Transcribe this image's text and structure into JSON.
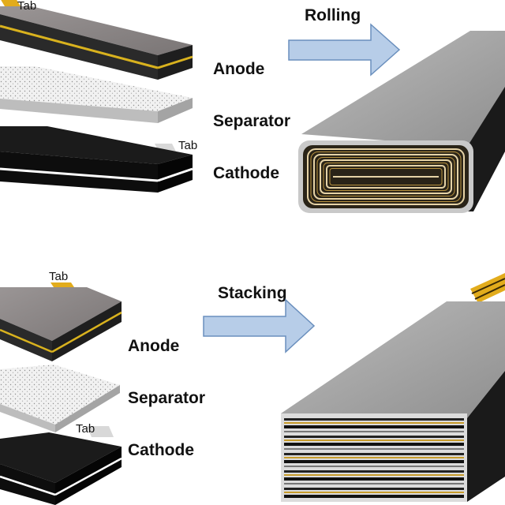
{
  "rolling": {
    "process_label": "Rolling",
    "anode_label": "Anode",
    "separator_label": "Separator",
    "cathode_label": "Cathode",
    "anode_tab_label": "Tab",
    "cathode_tab_label": "Tab"
  },
  "stacking": {
    "process_label": "Stacking",
    "anode_label": "Anode",
    "separator_label": "Separator",
    "cathode_label": "Cathode",
    "anode_tab_label": "Tab",
    "cathode_tab_label": "Tab"
  },
  "colors": {
    "anode_top": "#8a8585",
    "anode_side": "#2a2a2a",
    "anode_stripe": "#d9b21e",
    "separator_top": "#efefef",
    "cathode_top": "#1b1b1b",
    "cathode_side": "#0d0d0d",
    "cathode_stripe": "#ffffff",
    "tab_gold": "#e2ac1c",
    "tab_silver": "#d8d8d8",
    "arrow_fill": "#b7cde8",
    "arrow_stroke": "#6a8fbd",
    "casing_top": "#a7a7a7",
    "casing_side": "#1a1a1a"
  }
}
